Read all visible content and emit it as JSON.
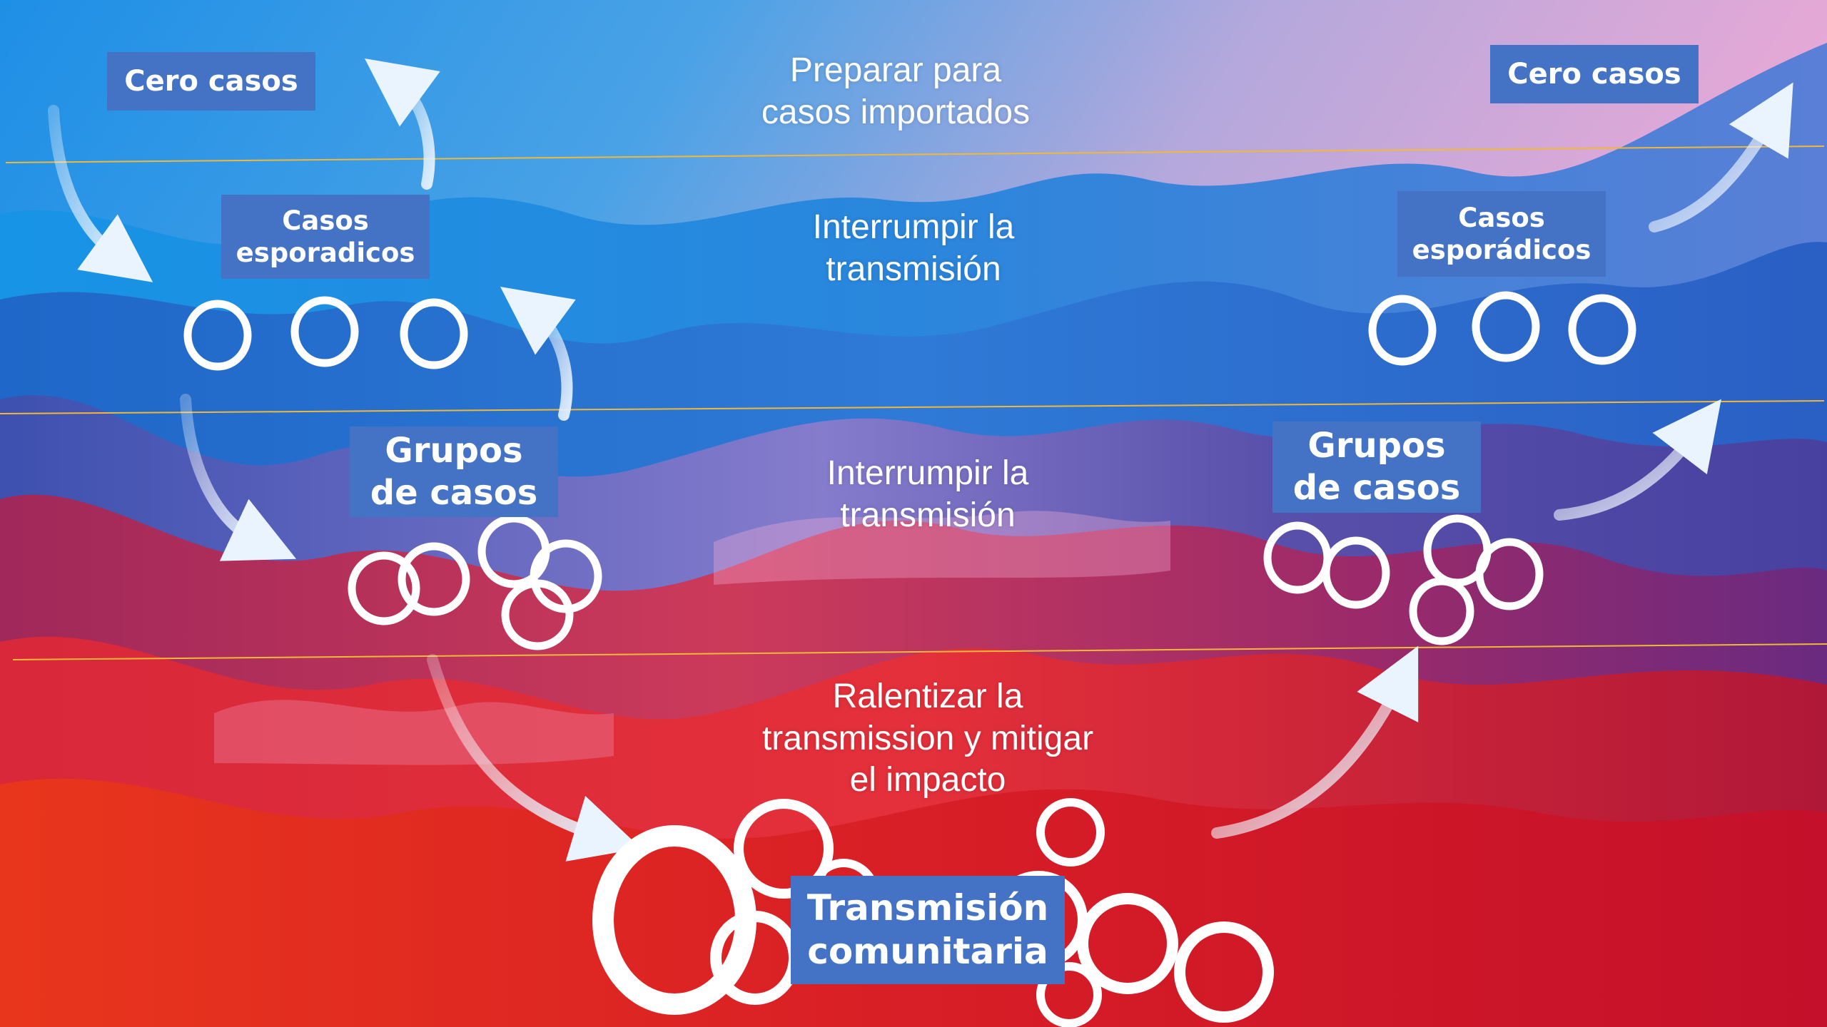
{
  "phases": [
    {
      "text": "Preparar para\ncasos importados"
    },
    {
      "text": "Interrumpir la\ntransmisión"
    },
    {
      "text": "Interrumpir la\ntransmisión"
    },
    {
      "text": "Ralentizar la\ntransmission y mitigar\nel impacto"
    }
  ],
  "left": {
    "zero": "Cero casos",
    "sporadic": "Casos\nesporadicos",
    "clusters": "Grupos\nde casos"
  },
  "right": {
    "zero": "Cero casos",
    "sporadic": "Casos\nesporádicos",
    "clusters": "Grupos\nde casos"
  },
  "community": "Transmisión\ncomunitaria",
  "colors": {
    "label_bg": "#4472c4",
    "divider": "#f0b83a",
    "circle": "#ffffff"
  }
}
